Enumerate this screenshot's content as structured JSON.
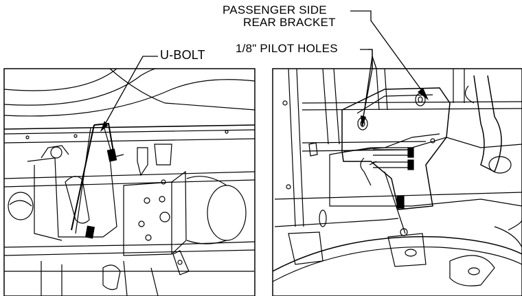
{
  "labels": {
    "u_bolt": "U-BOLT",
    "pilot_holes": "1/8\" PILOT HOLES",
    "passenger_line1": "PASSENGER SIDE",
    "passenger_line2": "REAR BRACKET"
  },
  "colors": {
    "line": "#000000",
    "background": "#ffffff"
  }
}
